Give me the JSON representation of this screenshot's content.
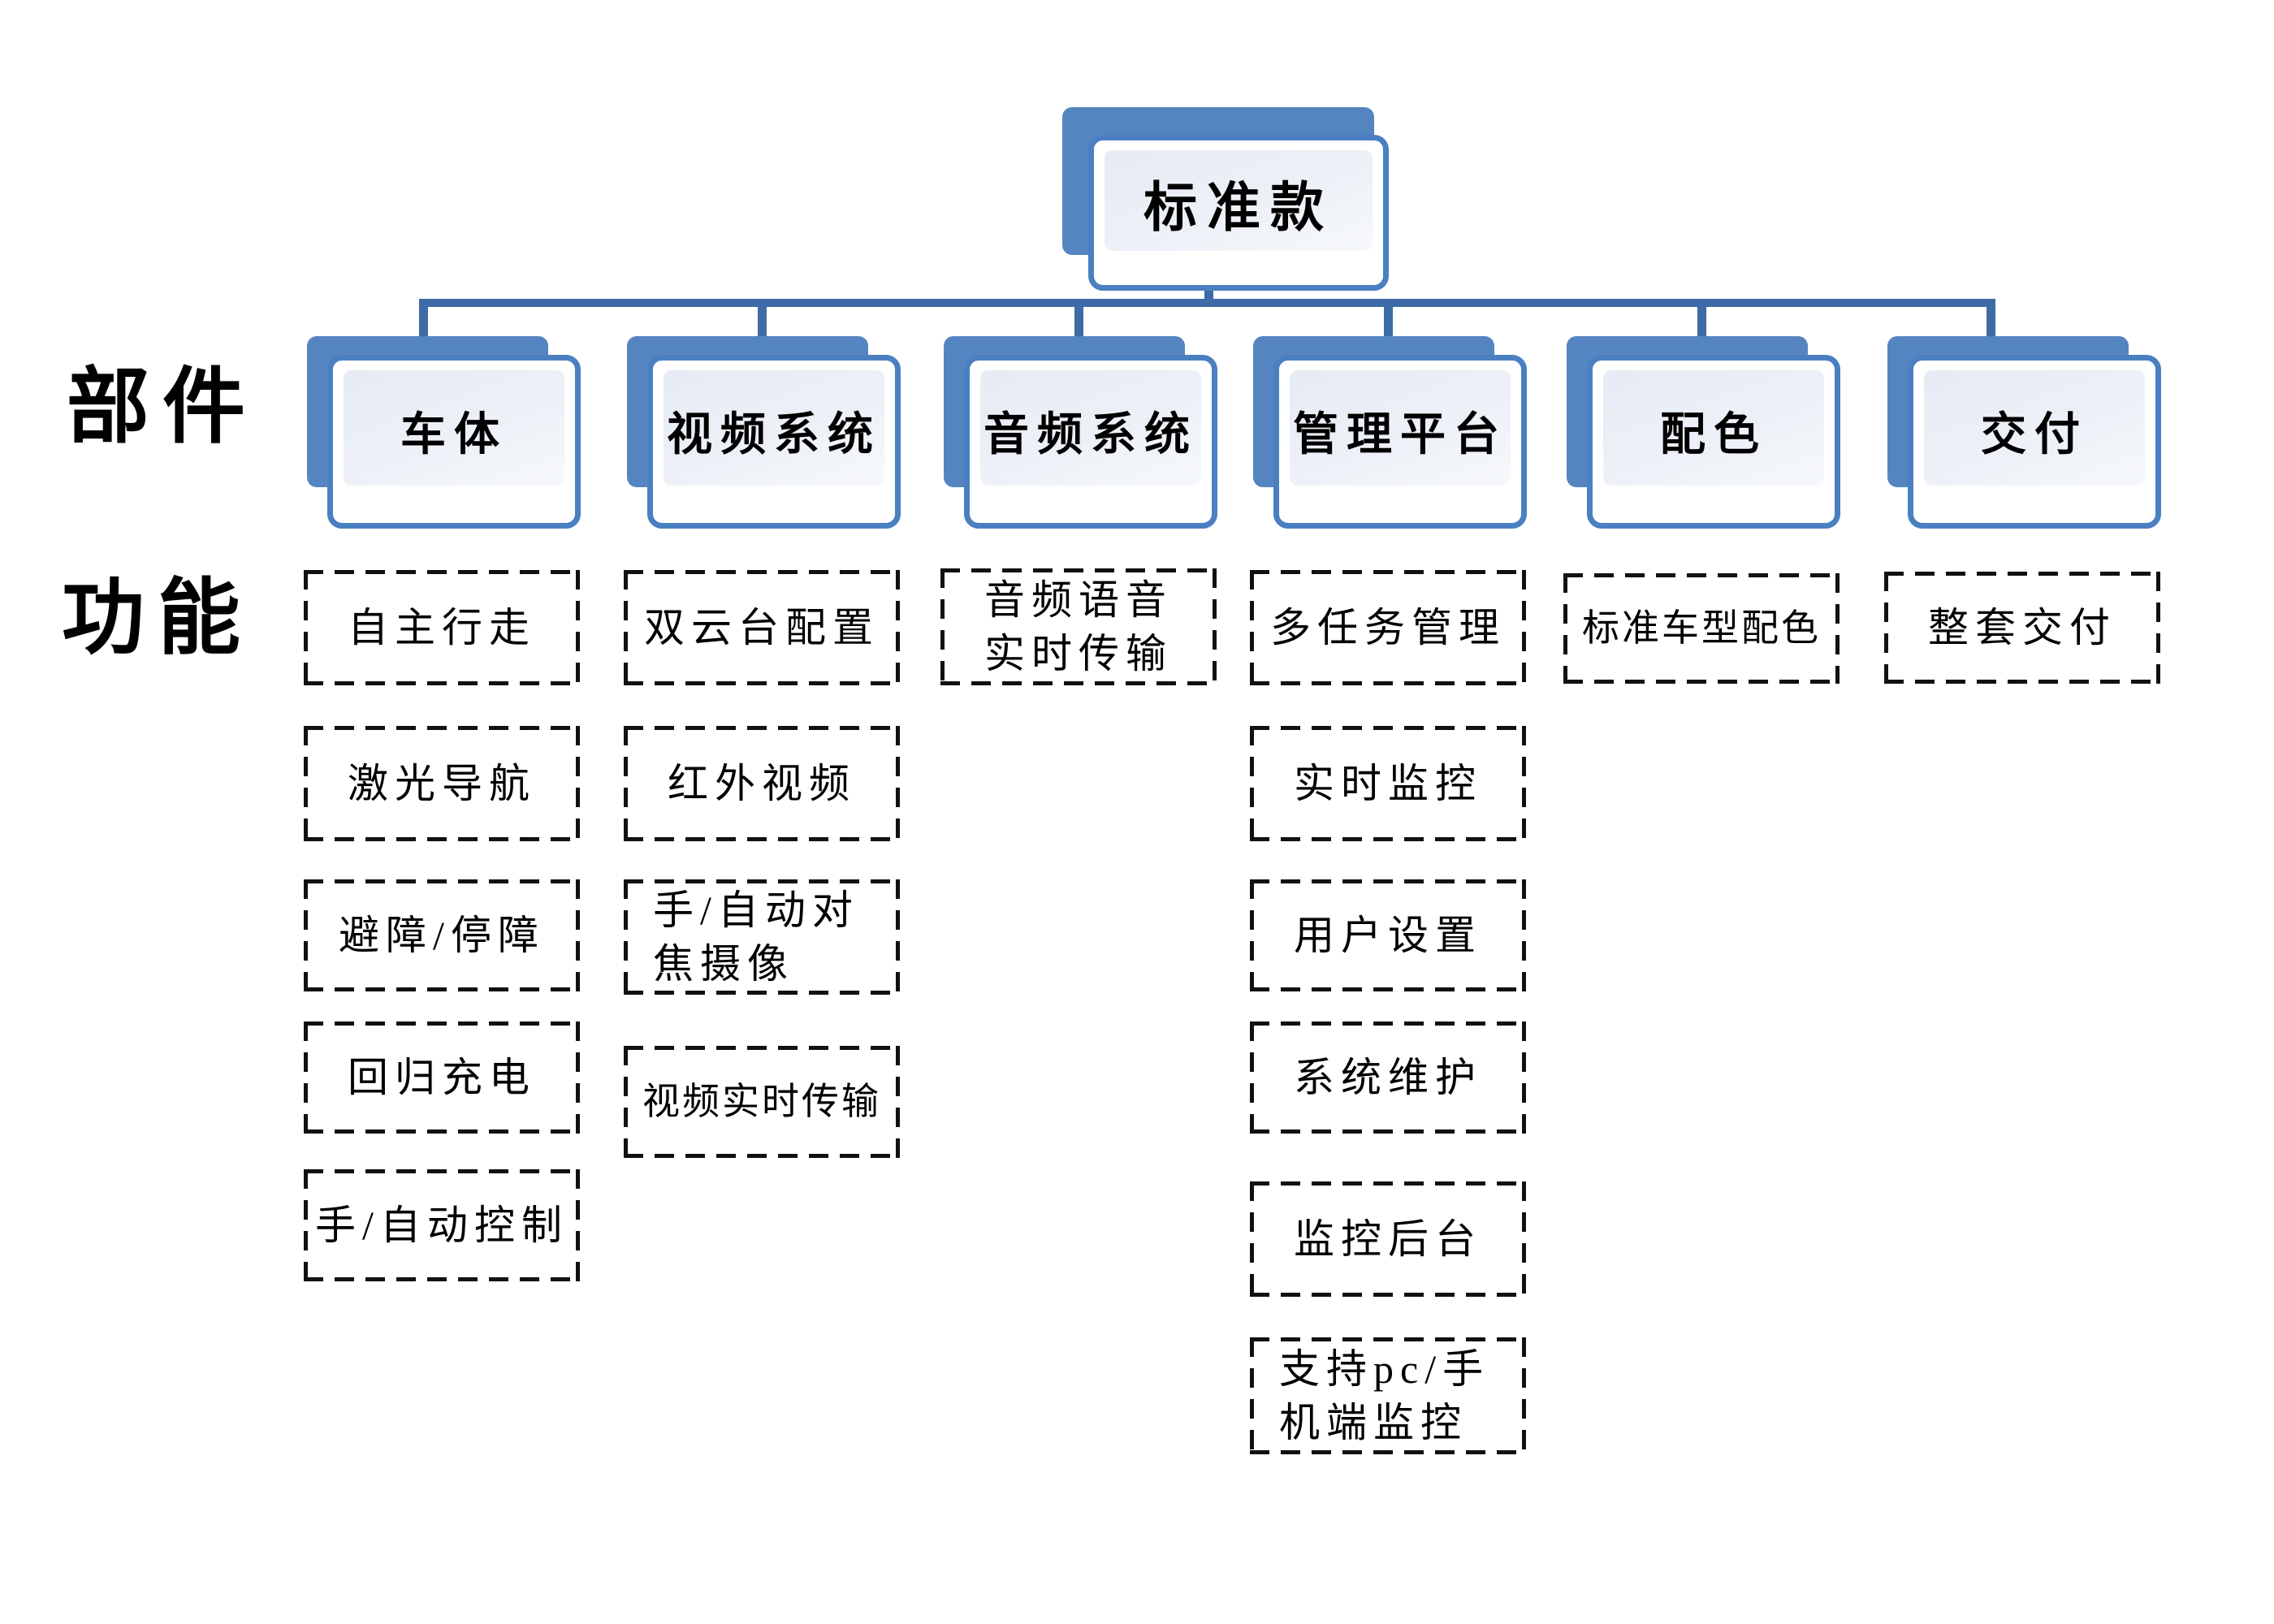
{
  "diagram": {
    "root": {
      "label": "标准款"
    },
    "row_labels": {
      "parts": "部件",
      "functions": "功能"
    },
    "columns": [
      {
        "label": "车体",
        "items": [
          "自主行走",
          "激光导航",
          "避障/停障",
          "回归充电",
          "手/自动控制"
        ]
      },
      {
        "label": "视频系统",
        "items": [
          "双云台配置",
          "红外视频",
          "手/自动对\n焦摄像",
          "视频实时传输"
        ]
      },
      {
        "label": "音频系统",
        "items": [
          "音频语音\n实时传输"
        ]
      },
      {
        "label": "管理平台",
        "items": [
          "多任务管理",
          "实时监控",
          "用户设置",
          "系统维护",
          "监控后台",
          "支持pc/手\n机端监控"
        ]
      },
      {
        "label": "配色",
        "items": [
          "标准车型配色"
        ]
      },
      {
        "label": "交付",
        "items": [
          "整套交付"
        ]
      }
    ],
    "colors": {
      "node_shadow_blue": "#5585c1",
      "node_border_blue": "#4a80c2",
      "node_panel_light": "#e9eef6",
      "connector_blue": "#3c6ba5",
      "dashed_border": "#111111",
      "text": "#000000",
      "background": "#ffffff"
    }
  }
}
